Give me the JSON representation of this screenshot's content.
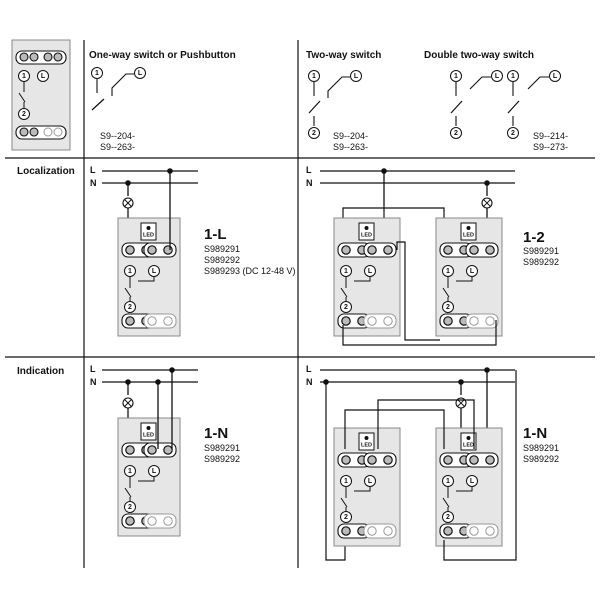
{
  "headers": {
    "one_way": "One-way switch or Pushbutton",
    "two_way": "Two-way switch",
    "double_two_way": "Double two-way switch"
  },
  "rows": {
    "localization": "Localization",
    "indication": "Indication"
  },
  "refs": {
    "one_way_1": "S9--204-",
    "one_way_2": "S9--263-",
    "two_way_1": "S9--204-",
    "two_way_2": "S9--263-",
    "double_1": "S9--214-",
    "double_2": "S9--273-"
  },
  "lines": {
    "L": "L",
    "N": "N"
  },
  "terminals": {
    "one": "1",
    "two": "2",
    "live": "L"
  },
  "led": {
    "label": "LED"
  },
  "diagrams": {
    "loc_one": {
      "code": "1-L",
      "refs": [
        "S989291",
        "S989292",
        "S989293 (DC 12-48 V)"
      ]
    },
    "loc_two": {
      "code": "1-2",
      "refs": [
        "S989291",
        "S989292"
      ]
    },
    "ind_one": {
      "code": "1-N",
      "refs": [
        "S989291",
        "S989292"
      ]
    },
    "ind_two": {
      "code": "1-N",
      "refs": [
        "S989291",
        "S989292"
      ]
    }
  }
}
